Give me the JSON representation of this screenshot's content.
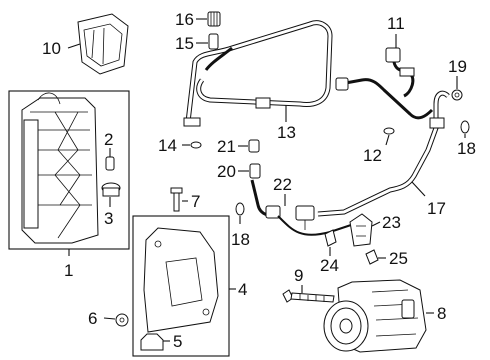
{
  "callouts": {
    "c1": "1",
    "c2": "2",
    "c3": "3",
    "c4": "4",
    "c5": "5",
    "c6": "6",
    "c7": "7",
    "c8": "8",
    "c9": "9",
    "c10": "10",
    "c11": "11",
    "c12": "12",
    "c13": "13",
    "c14": "14",
    "c15": "15",
    "c16": "16",
    "c17": "17",
    "c18a": "18",
    "c18b": "18",
    "c19": "19",
    "c20": "20",
    "c21": "21",
    "c22": "22",
    "c23": "23",
    "c24": "24",
    "c25": "25"
  }
}
